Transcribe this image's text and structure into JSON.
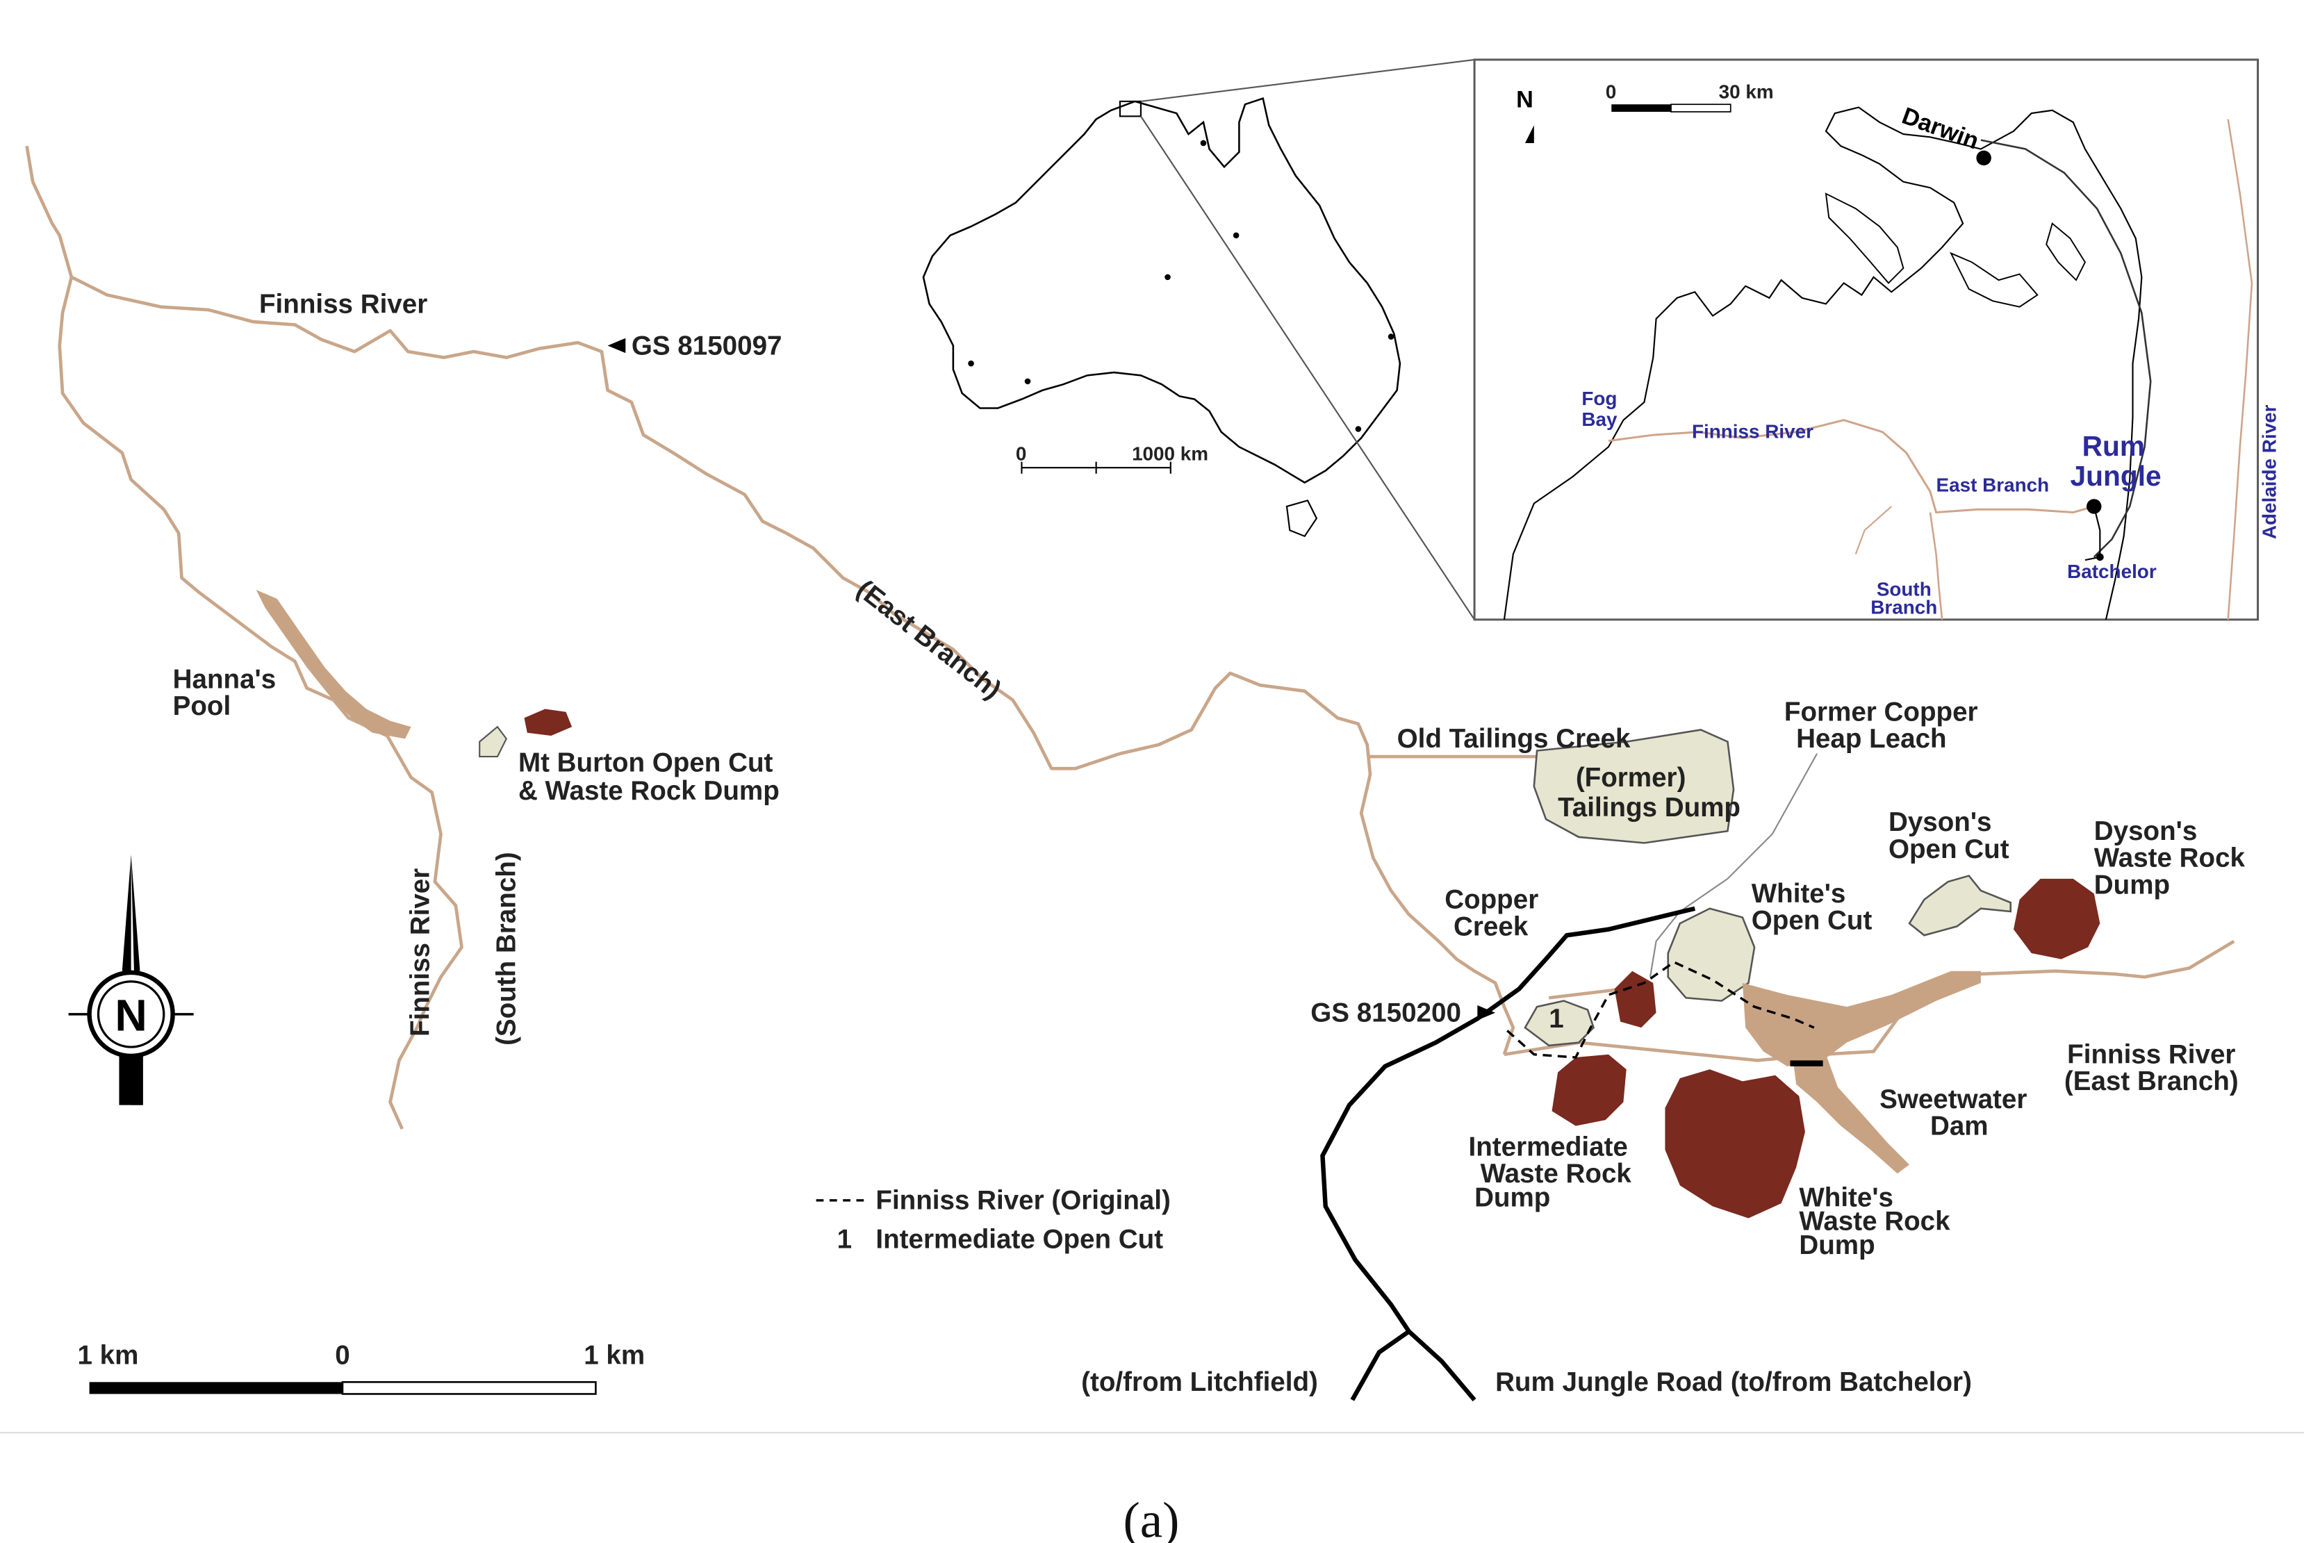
{
  "colors": {
    "river": "#c9a68a",
    "river_wide": "#c8a383",
    "waste_rock": "#7a2a1f",
    "open_cut": "#e6e5cf",
    "road": "#000000",
    "border": "#5a5a5a",
    "inset_river": "#cfa48a"
  },
  "labels": {
    "finniss_river_top": "Finniss River",
    "gauge_upper": "GS 8150097",
    "east_branch": "(East Branch)",
    "hannas_pool_1": "Hanna's",
    "hannas_pool_2": "Pool",
    "mt_burton_1": "Mt Burton Open Cut",
    "mt_burton_2": "& Waste Rock Dump",
    "finniss_river_left": "Finniss River",
    "south_branch": "(South Branch)",
    "old_tailings_creek": "Old Tailings Creek",
    "tailings_dump_1": "(Former)",
    "tailings_dump_2": "Tailings Dump",
    "former_copper_1": "Former Copper",
    "former_copper_2": "Heap Leach",
    "dysons_open_cut_1": "Dyson's",
    "dysons_open_cut_2": "Open Cut",
    "dysons_waste_1": "Dyson's",
    "dysons_waste_2": "Waste Rock",
    "dysons_waste_3": "Dump",
    "copper_creek_1": "Copper",
    "copper_creek_2": "Creek",
    "whites_open_cut_1": "White's",
    "whites_open_cut_2": "Open Cut",
    "gauge_lower": "GS 8150200",
    "finniss_east_1": "Finniss River",
    "finniss_east_2": "(East Branch)",
    "sweetwater_1": "Sweetwater",
    "sweetwater_2": "Dam",
    "intermediate_waste_1": "Intermediate",
    "intermediate_waste_2": "Waste Rock",
    "intermediate_waste_3": "Dump",
    "whites_waste_1": "White's",
    "whites_waste_2": "Waste Rock",
    "whites_waste_3": "Dump",
    "open_cut_number": "1",
    "road_litchfield": "(to/from Litchfield)",
    "road_batchelor": "Rum Jungle Road (to/from Batchelor)",
    "north": "N"
  },
  "legend": {
    "line_item": "Finniss River (Original)",
    "number_key": "1",
    "number_item": "Intermediate Open Cut"
  },
  "scale_bar": {
    "left": "1 km",
    "center": "0",
    "right": "1 km"
  },
  "australia_inset": {
    "scale_start": "0",
    "scale_end": "1000 km"
  },
  "region_inset": {
    "north": "N",
    "scale_start": "0",
    "scale_end": "30 km",
    "darwin": "Darwin",
    "fog_bay_1": "Fog",
    "fog_bay_2": "Bay",
    "finniss_river": "Finniss River",
    "east_branch": "East Branch",
    "rum_jungle_1": "Rum",
    "rum_jungle_2": "Jungle",
    "south_branch_1": "South",
    "south_branch_2": "Branch",
    "batchelor": "Batchelor",
    "adelaide_river": "Adelaide River"
  },
  "caption": "(a)"
}
